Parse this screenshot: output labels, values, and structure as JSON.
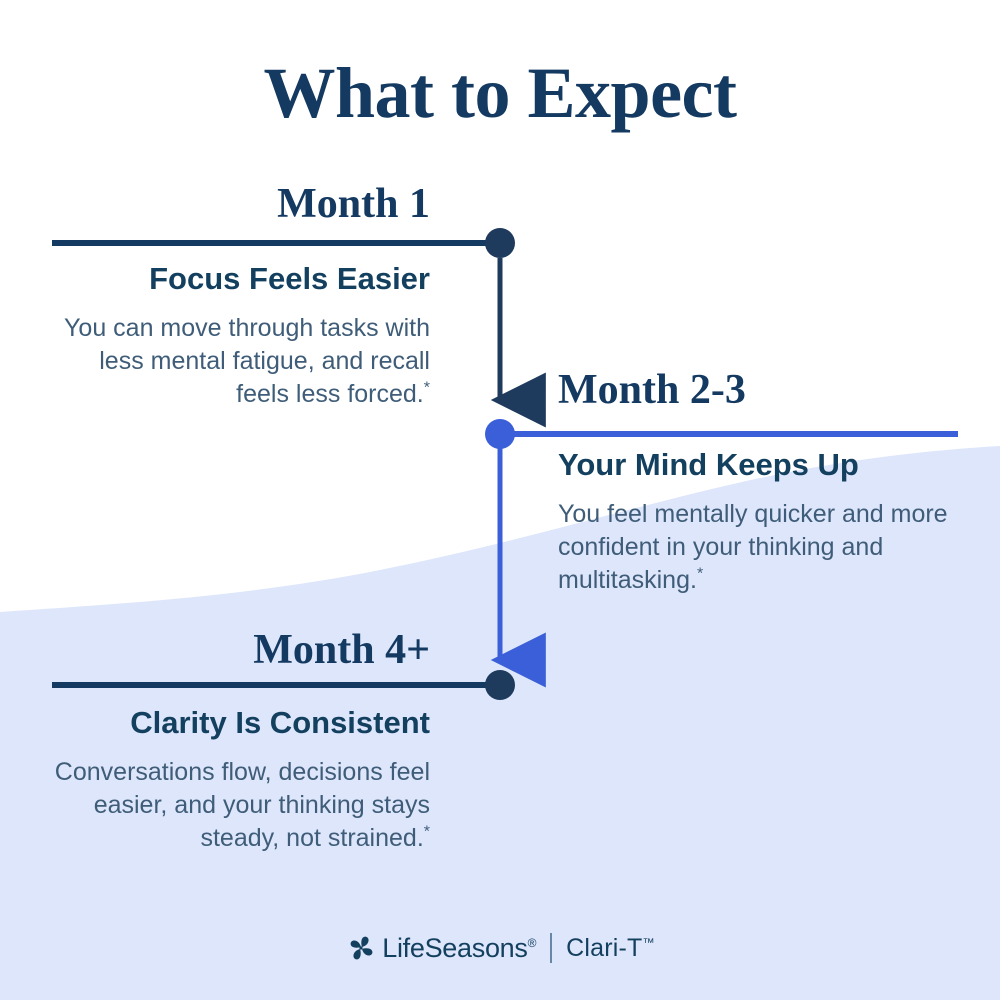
{
  "title": "What to Expect",
  "theme": {
    "background": "#ffffff",
    "wave_fill": "#dde6fb",
    "navy": "#143a61",
    "navy_dark": "#1e3a5c",
    "royal_blue": "#3b5fd9",
    "body_text": "#3f5d78",
    "headline": "#14405f"
  },
  "milestones": [
    {
      "month": "Month 1",
      "headline": "Focus Feels Easier",
      "body": "You can move through tasks with less mental fatigue, and recall feels less forced.",
      "footnote_marker": "*",
      "accent": "#1e3a5c"
    },
    {
      "month": "Month 2-3",
      "headline": "Your Mind Keeps Up",
      "body": "You feel mentally quicker and more confident in your thinking and multitasking.",
      "footnote_marker": "*",
      "accent": "#3b5fd9"
    },
    {
      "month": "Month 4+",
      "headline": "Clarity Is Consistent",
      "body": "Conversations flow, decisions feel easier, and your thinking stays steady, not strained.",
      "footnote_marker": "*",
      "accent": "#1e3a5c"
    }
  ],
  "footer": {
    "logo_icon": "pinwheel-logo-icon",
    "brand": "LifeSeasons",
    "brand_mark": "®",
    "product": "Clari-T",
    "product_mark": "™"
  }
}
